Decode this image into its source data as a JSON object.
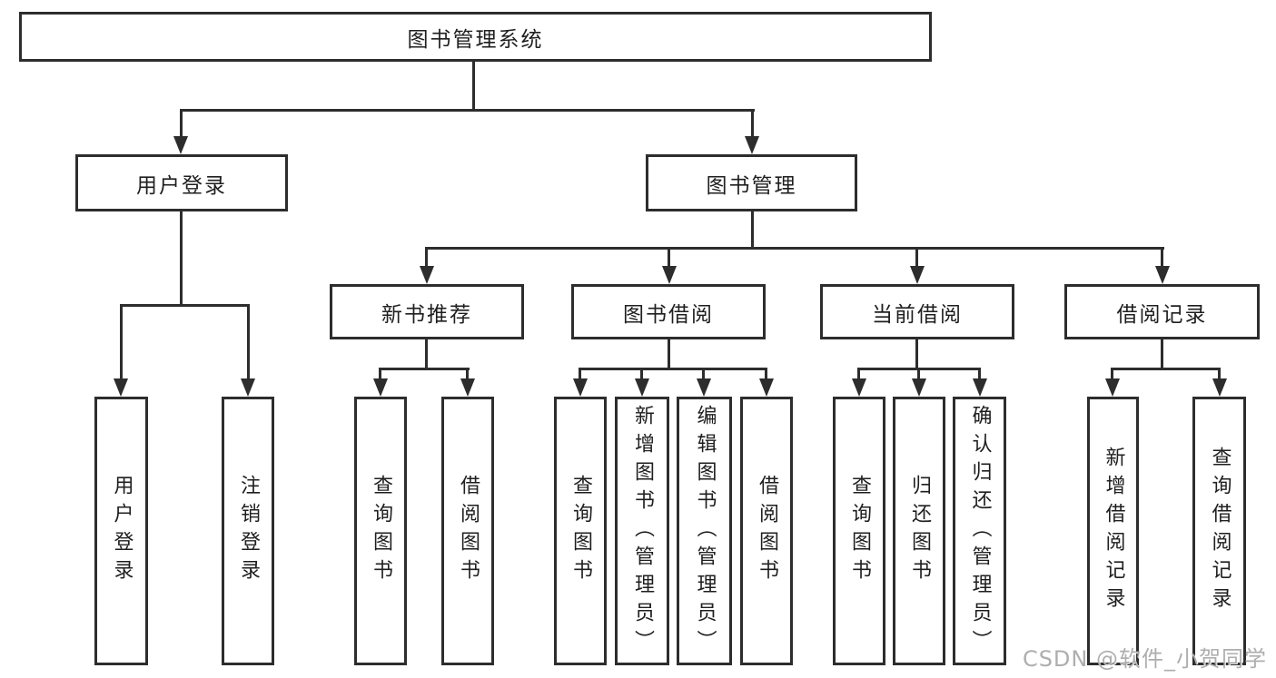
{
  "tree": {
    "label": "图书管理系统",
    "children": [
      {
        "label": "用户登录",
        "children": [
          {
            "label": "用户登录"
          },
          {
            "label": "注销登录"
          }
        ]
      },
      {
        "label": "图书管理",
        "children": [
          {
            "label": "新书推荐",
            "children": [
              {
                "label": "查询图书"
              },
              {
                "label": "借阅图书"
              }
            ]
          },
          {
            "label": "图书借阅",
            "children": [
              {
                "label": "查询图书"
              },
              {
                "label": "新增图书（管理员）"
              },
              {
                "label": "编辑图书（管理员）"
              },
              {
                "label": "借阅图书"
              }
            ]
          },
          {
            "label": "当前借阅",
            "children": [
              {
                "label": "查询图书"
              },
              {
                "label": "归还图书"
              },
              {
                "label": "确认归还（管理员）"
              }
            ]
          },
          {
            "label": "借阅记录",
            "children": [
              {
                "label": "新增借阅记录"
              },
              {
                "label": "查询借阅记录"
              }
            ]
          }
        ]
      }
    ]
  },
  "watermark": {
    "text": "CSDN @软件_小贺同学"
  },
  "colors": {
    "line": "#2d2d2d",
    "box_border": "#2d2d2d",
    "background": "#ffffff",
    "watermark": "#a5a5a5"
  }
}
